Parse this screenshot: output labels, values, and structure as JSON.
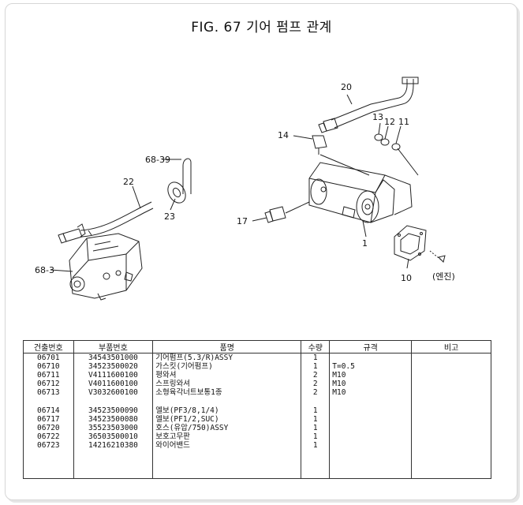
{
  "title": "FIG. 67 기어 펌프 관계",
  "callouts": {
    "c20": "20",
    "c14": "14",
    "c13": "13",
    "c12": "12",
    "c11": "11",
    "c6839": "68-39",
    "c22": "22",
    "c23": "23",
    "c17": "17",
    "c1": "1",
    "c683": "68-3",
    "c10": "10",
    "engine": "(엔진)"
  },
  "table": {
    "headers": [
      "건출번호",
      "부품번호",
      "품명",
      "수량",
      "규격",
      "비고"
    ],
    "rows": [
      {
        "no": "06701",
        "part": "34543501000",
        "name": "기어펌프(5.3/R)ASSY",
        "qty": "1",
        "spec": "",
        "remark": ""
      },
      {
        "no": "06710",
        "part": "34523500020",
        "name": "가스킷(기어펌프)",
        "qty": "1",
        "spec": "T=0.5",
        "remark": ""
      },
      {
        "no": "06711",
        "part": "V4111600100",
        "name": "평와셔",
        "qty": "2",
        "spec": "M10",
        "remark": ""
      },
      {
        "no": "06712",
        "part": "V4011600100",
        "name": "스프링와셔",
        "qty": "2",
        "spec": "M10",
        "remark": ""
      },
      {
        "no": "06713",
        "part": "V3032600100",
        "name": "소형육각너트보통1종",
        "qty": "2",
        "spec": "M10",
        "remark": ""
      },
      {
        "no": "06714",
        "part": "34523500090",
        "name": "엘보(PF3/8,1/4)",
        "qty": "1",
        "spec": "",
        "remark": ""
      },
      {
        "no": "06717",
        "part": "34523500080",
        "name": "엘보(PF1/2,SUC)",
        "qty": "1",
        "spec": "",
        "remark": ""
      },
      {
        "no": "06720",
        "part": "35523503000",
        "name": "호스(유압/750)ASSY",
        "qty": "1",
        "spec": "",
        "remark": ""
      },
      {
        "no": "06722",
        "part": "36503500010",
        "name": "보호고무판",
        "qty": "1",
        "spec": "",
        "remark": ""
      },
      {
        "no": "06723",
        "part": "14216210380",
        "name": "와이어밴드",
        "qty": "1",
        "spec": "",
        "remark": ""
      }
    ]
  }
}
